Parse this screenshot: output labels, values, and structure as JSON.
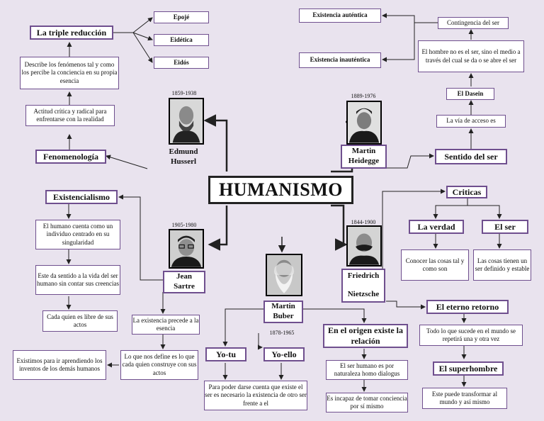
{
  "title": "HUMANISMO",
  "husserl": {
    "name_line1": "Edmund",
    "name_line2": "Husserl",
    "years": "1859-1938",
    "fenomenologia": "Fenomenología",
    "actitud": "Actitud crítica y radical para enfrentarse con la realidad",
    "describe": "Describe los fenómenos tal y como los percibe la conciencia en su propia esencia",
    "triple": "La triple reducción",
    "epoje": "Epojé",
    "eidetica": "Eidética",
    "eidos": "Eidós"
  },
  "heidegger": {
    "name_line1": "Martin",
    "name_line2": "Heidegge",
    "years": "1889-1976",
    "sentido": "Sentido del ser",
    "via": "La vía de acceso es",
    "dasein": "El Dasein",
    "hombre": "El hombre no es el ser, sino el medio a través del cual se da o se abre el ser",
    "contingencia": "Contingencia del ser",
    "autentica": "Existencia auténtica",
    "inautentica": "Existencia inauténtica"
  },
  "sartre": {
    "name_line1": "Jean",
    "name_line2": "Sartre",
    "years": "1905-1980",
    "existencialismo": "Existencialismo",
    "humano": "El humano cuenta como un individuo centrado en su singularidad",
    "sentido": "Este da sentido a la vida del ser humano sin contar sus creencias",
    "libre": "Cada quien es libre de sus actos",
    "precede": "La existencia precede a la esencia",
    "define": "Lo que nos define es lo que cada quien construye con sus actos",
    "existimos": "Existimos para ir aprendiendo los inventos de los demás humanos"
  },
  "buber": {
    "name_line1": "Martin",
    "name_line2": "Buber",
    "years": "1878-1965",
    "yotu": "Yo-tu",
    "yoello": "Yo-ello",
    "para": "Para poder darse cuenta que existe el ser es necesario la existencia de otro ser frente a el",
    "origen": "En el origen existe la relación",
    "dialogus": "El ser humano es por naturaleza homo dialogus",
    "incapaz": "Es incapaz de tomar conciencia por sí mismo"
  },
  "nietzsche": {
    "name_line1": "Friedrich",
    "name_line2": "Nietzsche",
    "years": "1844-1900",
    "criticas": "Criticas",
    "verdad": "La verdad",
    "elser": "El ser",
    "conocer": "Conocer las cosas tal y como son",
    "tienen": "Las cosas tienen un ser definido y estable",
    "eterno": "El eterno retorno",
    "sucede": "Todo lo que sucede en el mundo se repetirá una y otra vez",
    "superhombre": "El superhombre",
    "transformar": "Este puede transformar al mundo y así mismo"
  },
  "colors": {
    "border": "#6f4f8e",
    "background": "#e9e3ee",
    "line": "#222222"
  }
}
